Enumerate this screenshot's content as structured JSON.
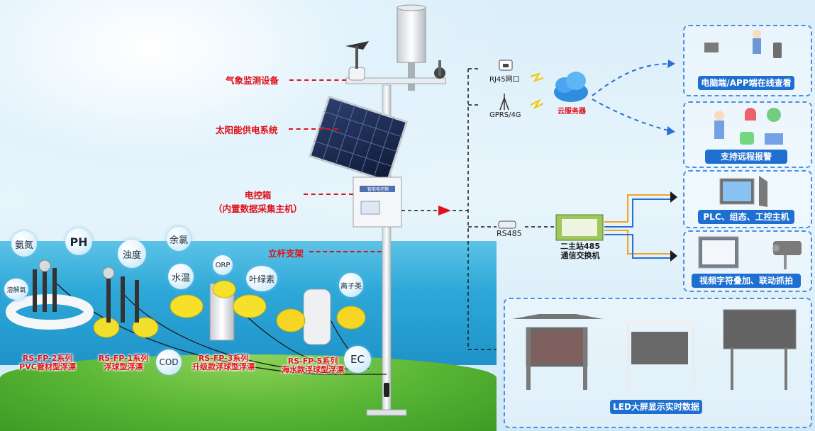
{
  "labels": {
    "weather": "气象监测设备",
    "solar": "太阳能供电系统",
    "box_line1": "电控箱",
    "box_line2": "（内置数据采集主机）",
    "pole": "立杆支架"
  },
  "box_plate": "智能电控箱",
  "bubbles": [
    "氨氮",
    "PH",
    "浊度",
    "余氯",
    "水温",
    "ORP",
    "叶绿素",
    "离子类",
    "溶解氧",
    "COD",
    "EC"
  ],
  "floats": [
    {
      "line1": "RS-FP-2系列",
      "line2": "PVC管材型浮漂"
    },
    {
      "line1": "RS-FP-1系列",
      "line2": "浮球型浮漂"
    },
    {
      "line1": "RS-FP-3系列",
      "line2": "升级款浮球型浮漂"
    },
    {
      "line1": "RS-FP-5系列",
      "line2": "海水款浮球型浮漂"
    }
  ],
  "network": {
    "rj45": "RJ45网口",
    "gprs": "GPRS/4G",
    "cloud": "云服务器",
    "rs485": "RS485",
    "switch_line1": "二主站485",
    "switch_line2": "通信交换机"
  },
  "panels": {
    "pc_app": "电脑端/APP端在线查看",
    "alarm": "支持远程报警",
    "plc": "PLC、组态、工控主机",
    "video": "视频字符叠加、联动抓拍",
    "led": "LED大屏显示实时数据"
  },
  "colors": {
    "accent_red": "#e0101a",
    "panel_blue": "#1f6fd1",
    "line_orange": "#f2a326",
    "line_blue": "#2a6fd6"
  }
}
